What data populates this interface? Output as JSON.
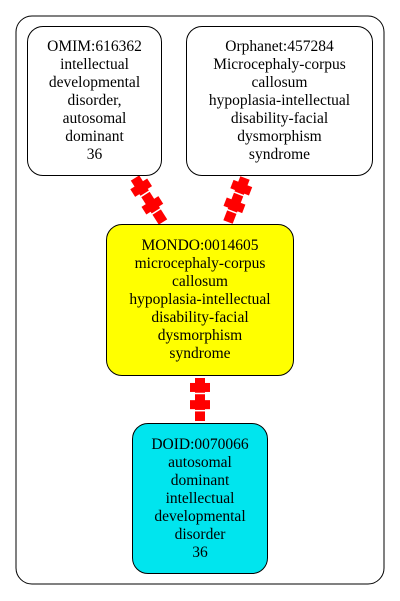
{
  "colors": {
    "edge": "#ff0000",
    "node_border": "#000000",
    "omim_fill": "#ffffff",
    "orphanet_fill": "#ffffff",
    "mondo_fill": "#ffff00",
    "doid_fill": "#00e5ee"
  },
  "nodes": {
    "omim": {
      "lines": [
        "OMIM:616362",
        "intellectual",
        "developmental",
        "disorder,",
        "autosomal",
        "dominant",
        "36"
      ]
    },
    "orphanet": {
      "lines": [
        "Orphanet:457284",
        "Microcephaly-corpus",
        "callosum",
        "hypoplasia-intellectual",
        "disability-facial",
        "dysmorphism",
        "syndrome"
      ]
    },
    "mondo": {
      "lines": [
        "MONDO:0014605",
        "microcephaly-corpus",
        "callosum",
        "hypoplasia-intellectual",
        "disability-facial",
        "dysmorphism",
        "syndrome"
      ]
    },
    "doid": {
      "lines": [
        "DOID:0070066",
        "autosomal",
        "dominant",
        "intellectual",
        "developmental",
        "disorder",
        "36"
      ]
    }
  },
  "edges": [
    {
      "from": "omim",
      "to": "mondo"
    },
    {
      "from": "orphanet",
      "to": "mondo"
    },
    {
      "from": "mondo",
      "to": "doid"
    }
  ]
}
